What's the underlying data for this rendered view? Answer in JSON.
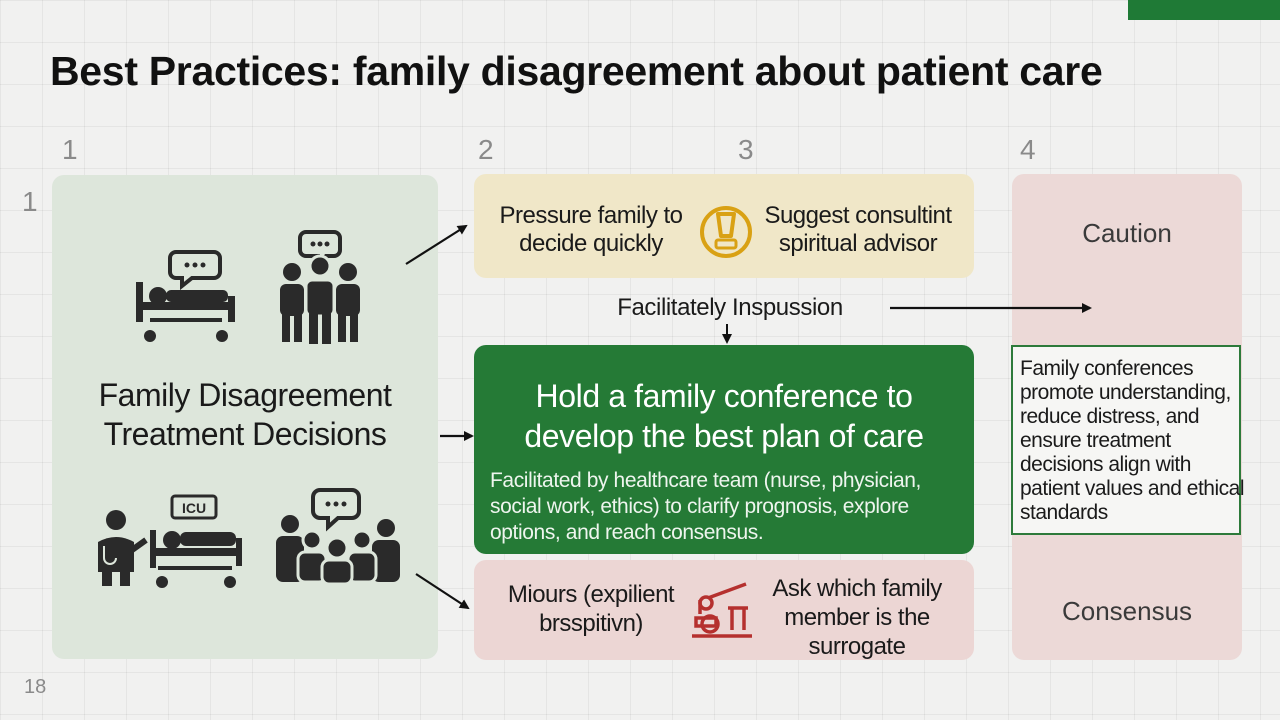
{
  "title": "Best Practices: family disagreement about patient care",
  "column_numbers": [
    "1",
    "2",
    "3",
    "4"
  ],
  "row_number": "1",
  "page_number": "18",
  "left": {
    "title_line1": "Family Disagreement",
    "title_line2": "Treatment Decisions",
    "icu_label": "ICU"
  },
  "options": {
    "pressure_line1": "Pressure family to",
    "pressure_line2": "decide quickly",
    "consult_line1": "Suggest consultint",
    "consult_line2": "spiritual advisor",
    "facilitate_label": "Facilitately Inspussion"
  },
  "recommendation": {
    "title_line1": "Hold a family conference to",
    "title_line2": "develop the best plan of care",
    "body": "Facilitated by healthcare team (nurse, physician, social work, ethics) to clarify prognosis, explore options, and reach consensus."
  },
  "alternatives": {
    "left_line1": "Miours (expilient",
    "left_line2": "brsspitivn)",
    "right_line1": "Ask which family",
    "right_line2": "member is the",
    "right_line3": "surrogate"
  },
  "outcomes": {
    "caution": "Caution",
    "note": "Family conferences promote understanding, reduce distress, and ensure treatment decisions align with patient values and ethical standards",
    "consensus": "Consensus"
  },
  "colors": {
    "accent_green": "#257a36",
    "warning_yellow": "#f0e7c8",
    "alert_red": "#ecd6d4",
    "left_panel": "#dde6db",
    "warning_icon": "#d9a114",
    "scale_icon": "#b5302e"
  }
}
